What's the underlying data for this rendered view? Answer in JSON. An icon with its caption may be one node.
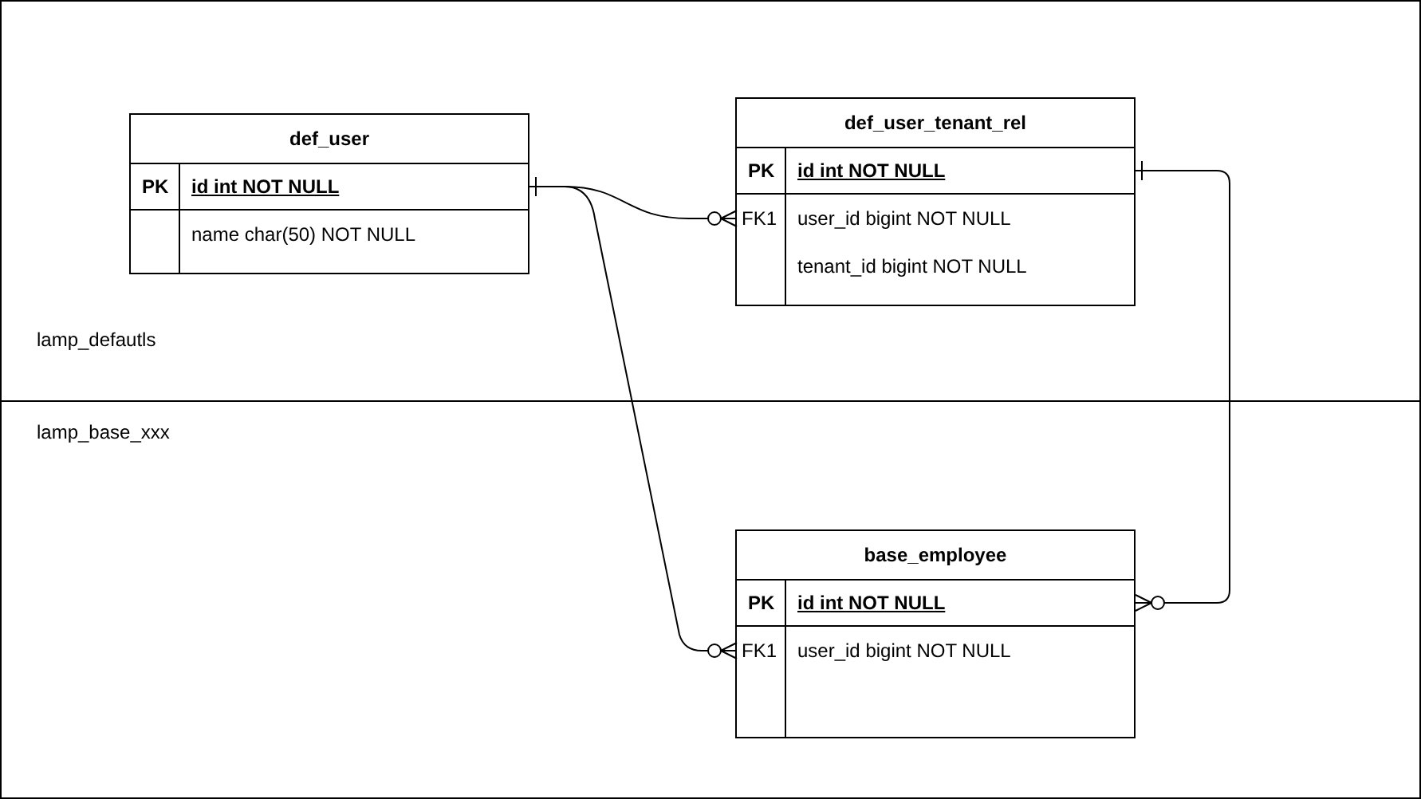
{
  "diagram": {
    "nodes": [
      {
        "text": [
          "lamp_defautls"
        ]
      },
      {
        "text": [
          "def_user",
          "PK",
          "id int NOT NULL",
          "name char(50) NOT NULL"
        ],
        "in": 0
      },
      {
        "text": [
          "def_user_tenant_rel",
          "PK",
          "id int NOT NULL",
          "FK1",
          "user_id bigint NOT NULL",
          "tenant_id bigint NOT NULL"
        ],
        "in": 0
      },
      {
        "text": [
          "lamp_base_xxx"
        ]
      },
      {
        "text": [
          "base_employee",
          "PK",
          "id int NOT NULL",
          "FK1",
          "user_id bigint NOT NULL"
        ],
        "in": 3
      }
    ],
    "edges": [
      {
        "from": 1,
        "to": 2,
        "arrow": "other"
      },
      {
        "from": 1,
        "to": 4,
        "arrow": "other"
      },
      {
        "from": 2,
        "to": 4,
        "arrow": "other"
      }
    ]
  }
}
